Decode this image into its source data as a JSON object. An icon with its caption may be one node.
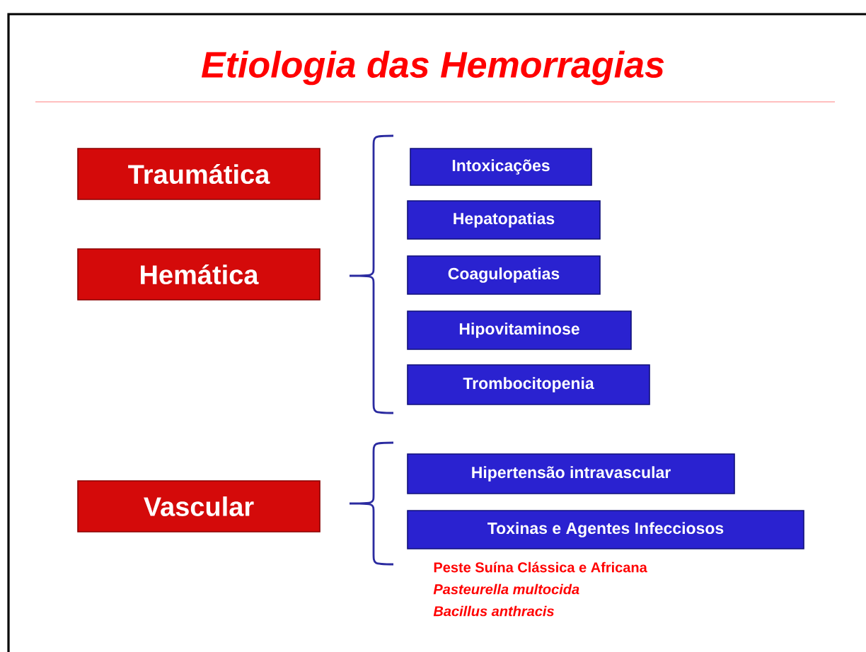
{
  "diagram": {
    "title": "Etiologia das Hemorragias",
    "nodes": [
      {
        "text": [
          "Traumática"
        ]
      },
      {
        "text": [
          "Hemática"
        ]
      },
      {
        "text": [
          "Vascular"
        ]
      },
      {
        "text": [
          "Intoxicações"
        ]
      },
      {
        "text": [
          "Hepatopatias"
        ]
      },
      {
        "text": [
          "Coagulopatias"
        ]
      },
      {
        "text": [
          "Hipovitaminose"
        ]
      },
      {
        "text": [
          "Trombocitopenia"
        ]
      },
      {
        "text": [
          "Hipertensão intravascular"
        ]
      },
      {
        "text": [
          "Toxinas e Agentes Infecciosos"
        ],
        "beside": [
          "Peste Suína Clássica e Africana",
          "Pasteurella multocida",
          "Bacillus anthracis"
        ]
      }
    ]
  }
}
